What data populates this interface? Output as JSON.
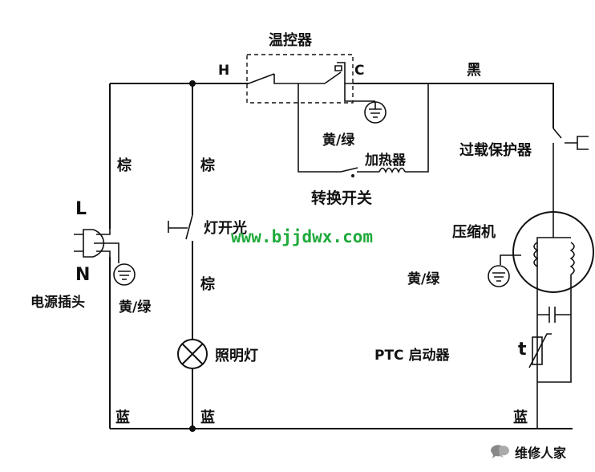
{
  "labels": {
    "thermostat": "温控器",
    "terminal_h": "H",
    "terminal_c": "C",
    "black": "黑",
    "brown_left": "棕",
    "brown_mid": "棕",
    "brown_mid_lower": "棕",
    "plug_l": "L",
    "plug_n": "N",
    "power_plug": "电源插头",
    "yellow_green_plug": "黄/绿",
    "yellow_green_thermo": "黄/绿",
    "yellow_green_comp": "黄/绿",
    "heater": "加热器",
    "changeover_switch": "转换开关",
    "overload_protector": "过载保护器",
    "compressor": "压缩机",
    "light_switch": "灯开光",
    "lamp": "照明灯",
    "ptc_starter": "PTC 启动器",
    "ptc_symbol": "t",
    "blue_left": "蓝",
    "blue_mid": "蓝",
    "blue_right": "蓝",
    "watermark_url": "www.bjjdwx.com",
    "brand": "维修人家"
  },
  "colors": {
    "line": "#111111",
    "watermark": "#1faa3a"
  }
}
